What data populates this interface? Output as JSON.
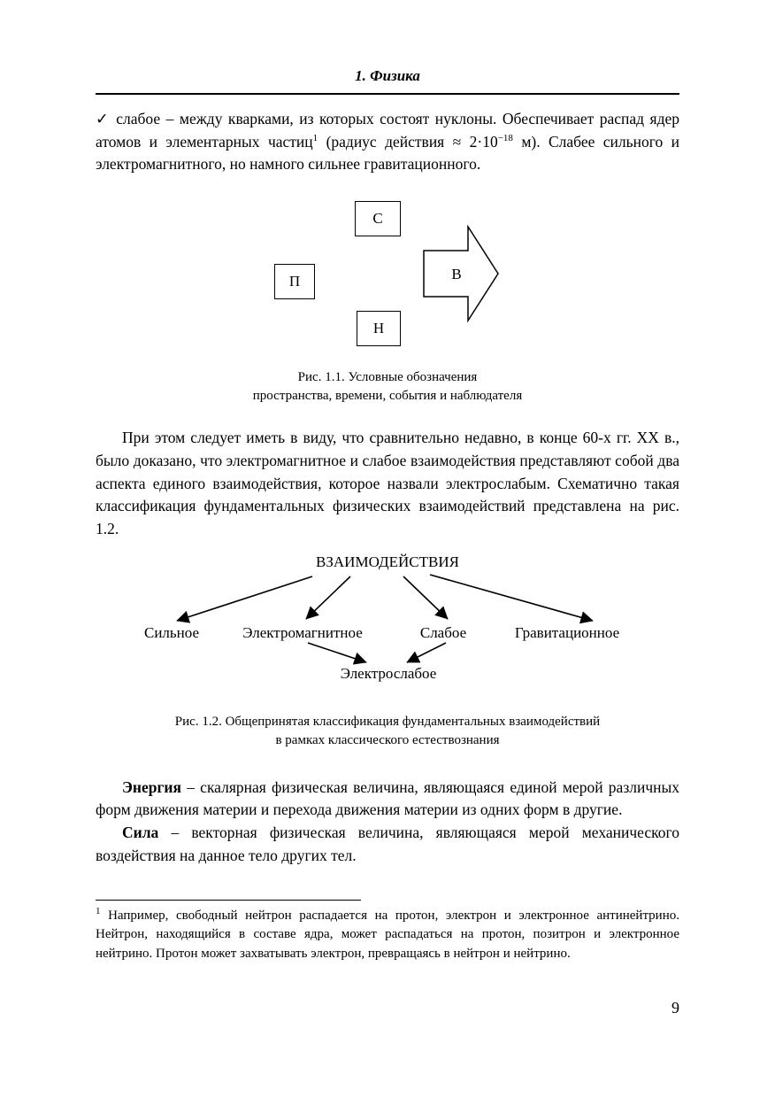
{
  "page": {
    "header": "1. Физика",
    "page_number": "9"
  },
  "intro": {
    "check": "✓",
    "seg1": " слабое – между кварками, из которых состоят нуклоны. Обеспечивает распад ядер атомов и элементарных частиц",
    "sup1": "1",
    "seg2": " (радиус действия ≈ 2·10",
    "sup2": "−18",
    "seg3": " м). Слабее сильного и электромагнитного, но намного сильнее гравитационного."
  },
  "fig1": {
    "box_c": "С",
    "box_p": "П",
    "box_n": "Н",
    "arrow_label": "В",
    "caption_line1": "Рис. 1.1. Условные обозначения",
    "caption_line2": "пространства, времени, события и наблюдателя"
  },
  "para2": "При этом следует иметь в виду, что сравнительно недавно, в конце 60-х гг. XX в., было доказано, что электромагнитное и слабое взаимодействия представляют собой два аспекта единого взаимодействия, которое назвали электрослабым. Схематично такая классификация фундаментальных физических взаимодействий представлена на рис. 1.2.",
  "fig2": {
    "root": "ВЗАИМОДЕЙСТВИЯ",
    "nodes": [
      "Сильное",
      "Электромагнитное",
      "Слабое",
      "Гравитационное"
    ],
    "merged": "Электрослабое",
    "caption_line1": "Рис. 1.2. Общепринятая классификация фундаментальных взаимодействий",
    "caption_line2": "в рамках классического естествознания"
  },
  "energy": {
    "term": "Энергия",
    "text": " – скалярная физическая величина, являющаяся единой мерой различных форм движения материи и перехода движения материи из одних форм в другие."
  },
  "force": {
    "term": "Сила",
    "text": " – векторная физическая величина, являющаяся мерой механического воздействия на данное тело других тел."
  },
  "footnote": {
    "sup": "1",
    "text": " Например, свободный нейтрон распадается на протон, электрон и электронное антинейтрино. Нейтрон, находящийся в составе ядра, может распадаться на протон, позитрон и электронное нейтрино. Протон может захватывать электрон, превращаясь в нейтрон и нейтрино."
  }
}
